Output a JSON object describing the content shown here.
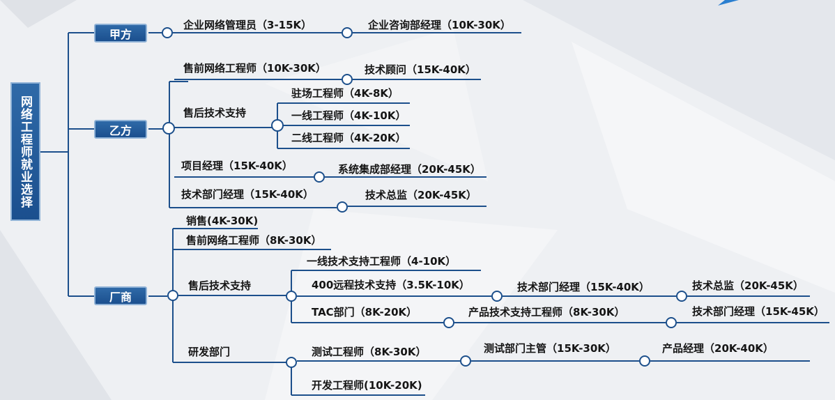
{
  "root": {
    "label": "网络工程师就业选择"
  },
  "categories": {
    "jiafang": "甲方",
    "yifang": "乙方",
    "changshang": "厂商"
  },
  "nodes": {
    "j1": "企业网络管理员（3-15K）",
    "j2": "企业咨询部经理（10K-30K）",
    "y1": "售前网络工程师（10K-30K）",
    "y1a": "技术顾问（15K-40K）",
    "y2": "售后技术支持",
    "y2a": "驻场工程师（4K-8K）",
    "y2b": "一线工程师（4K-10K）",
    "y2c": "二线工程师（4K-20K）",
    "y3": "项目经理（15K-40K）",
    "y3a": "系统集成部经理（20K-45K）",
    "y4": "技术部门经理（15K-40K）",
    "y4a": "技术总监（20K-45K）",
    "c1": "销售(4K-30K)",
    "c2": "售前网络工程师（8K-30K）",
    "c3": "售后技术支持",
    "c3a": "一线技术支持工程师（4-10K）",
    "c3b": "400远程技术支持（3.5K-10K）",
    "c3b1": "技术部门经理（15K-40K）",
    "c3b2": "技术总监（20K-45K）",
    "c3c": "TAC部门（8K-20K）",
    "c3c1": "产品技术支持工程师（8K-30K）",
    "c3c2": "技术部门经理（15K-45K）",
    "c4": "研发部门",
    "c4a": "测试工程师（8K-30K）",
    "c4a1": "测试部门主管（15K-30K）",
    "c4a2": "产品经理（20K-40K）",
    "c4b": "开发工程师(10K-20K)"
  },
  "colors": {
    "line": "#1c4f8b",
    "box": "#1f579a",
    "box_border": "#8fb2d6"
  }
}
